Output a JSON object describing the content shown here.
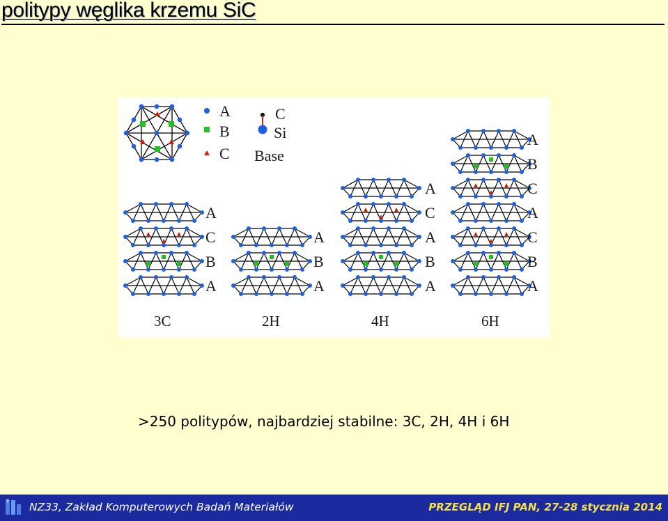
{
  "title": "politypy węglika krzemu SiC",
  "legend": {
    "sites": [
      "A",
      "B",
      "C"
    ],
    "bond": [
      "C",
      "Si"
    ],
    "base_label": "Base"
  },
  "stacks": [
    {
      "name": "3C",
      "layers": [
        "A",
        "C",
        "B",
        "A"
      ]
    },
    {
      "name": "2H",
      "layers": [
        "A",
        "B",
        "A"
      ]
    },
    {
      "name": "4H",
      "layers": [
        "A",
        "C",
        "A",
        "B",
        "A"
      ]
    },
    {
      "name": "6H",
      "layers": [
        "A",
        "B",
        "C",
        "A",
        "C",
        "B",
        "A"
      ]
    }
  ],
  "caption": ">250 politypów, najbardziej stabilne: 3C, 2H, 4H i 6H",
  "footer": {
    "left": "NZ33, Zakład Komputerowych Badań Materiałów",
    "right": "PRZEGLĄD IFJ PAN,  27-28 stycznia 2014"
  },
  "colors": {
    "background": "#fffecf",
    "footer": "#1b2a9e",
    "footer_right_text": "#f4e04a",
    "site_A": "#1f5fe0",
    "site_B": "#22c022",
    "site_C": "#cc2200"
  }
}
